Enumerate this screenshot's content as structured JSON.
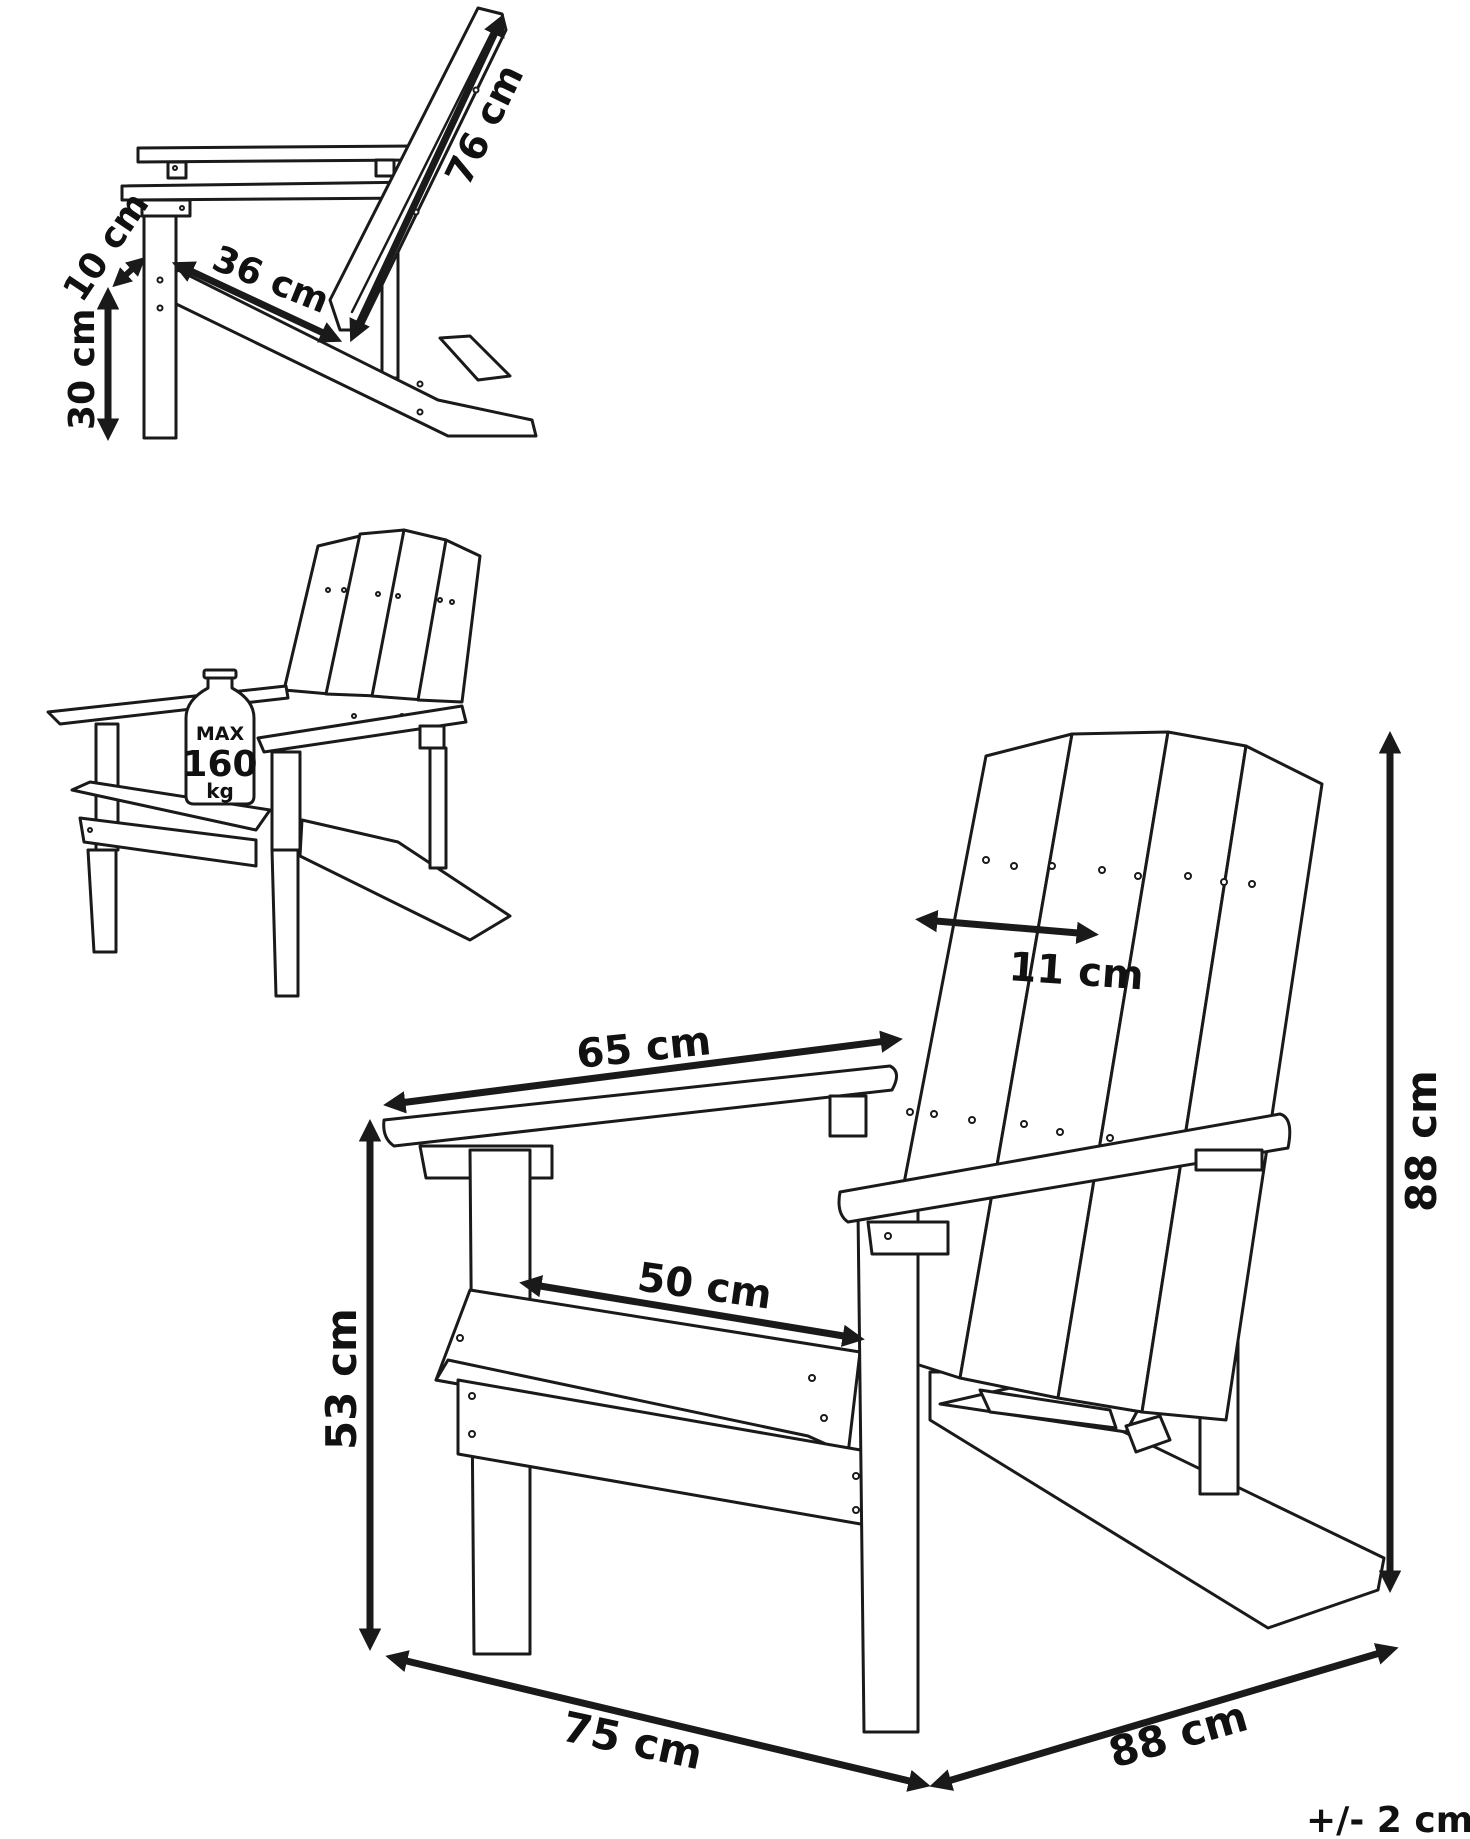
{
  "dimensions": {
    "backrest_length": "76 cm",
    "armrest_clearance": "10 cm",
    "seat_depth_side": "36 cm",
    "seat_height": "30 cm",
    "slat_width": "11 cm",
    "armrest_length": "65 cm",
    "seat_width": "50 cm",
    "arm_height": "53 cm",
    "total_height": "88 cm",
    "width": "75 cm",
    "depth": "88 cm",
    "tolerance": "+/- 2 cm"
  },
  "weight_badge": {
    "line1": "MAX",
    "line2": "160",
    "line3": "kg"
  },
  "colors": {
    "line": "#1a1a1a",
    "background": "#ffffff"
  }
}
